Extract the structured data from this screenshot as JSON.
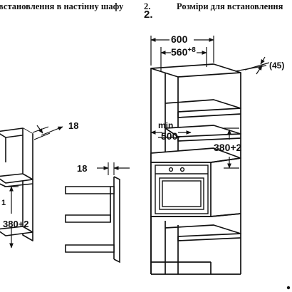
{
  "header": {
    "left_text": "встановлення в настінну шафу",
    "step_number": "2.",
    "right_text": "Розміри для встановлення"
  },
  "diagram": {
    "step_label": "2.",
    "dims": {
      "width_outer": "600",
      "width_inner": "560",
      "width_inner_tol": "+8",
      "depth_offset": "(45)",
      "min_label": "min",
      "min_value": "500",
      "niche_height": "380+2",
      "wall_thickness": "18",
      "shelf_thickness": "18",
      "left_niche_height": "380+2"
    }
  }
}
